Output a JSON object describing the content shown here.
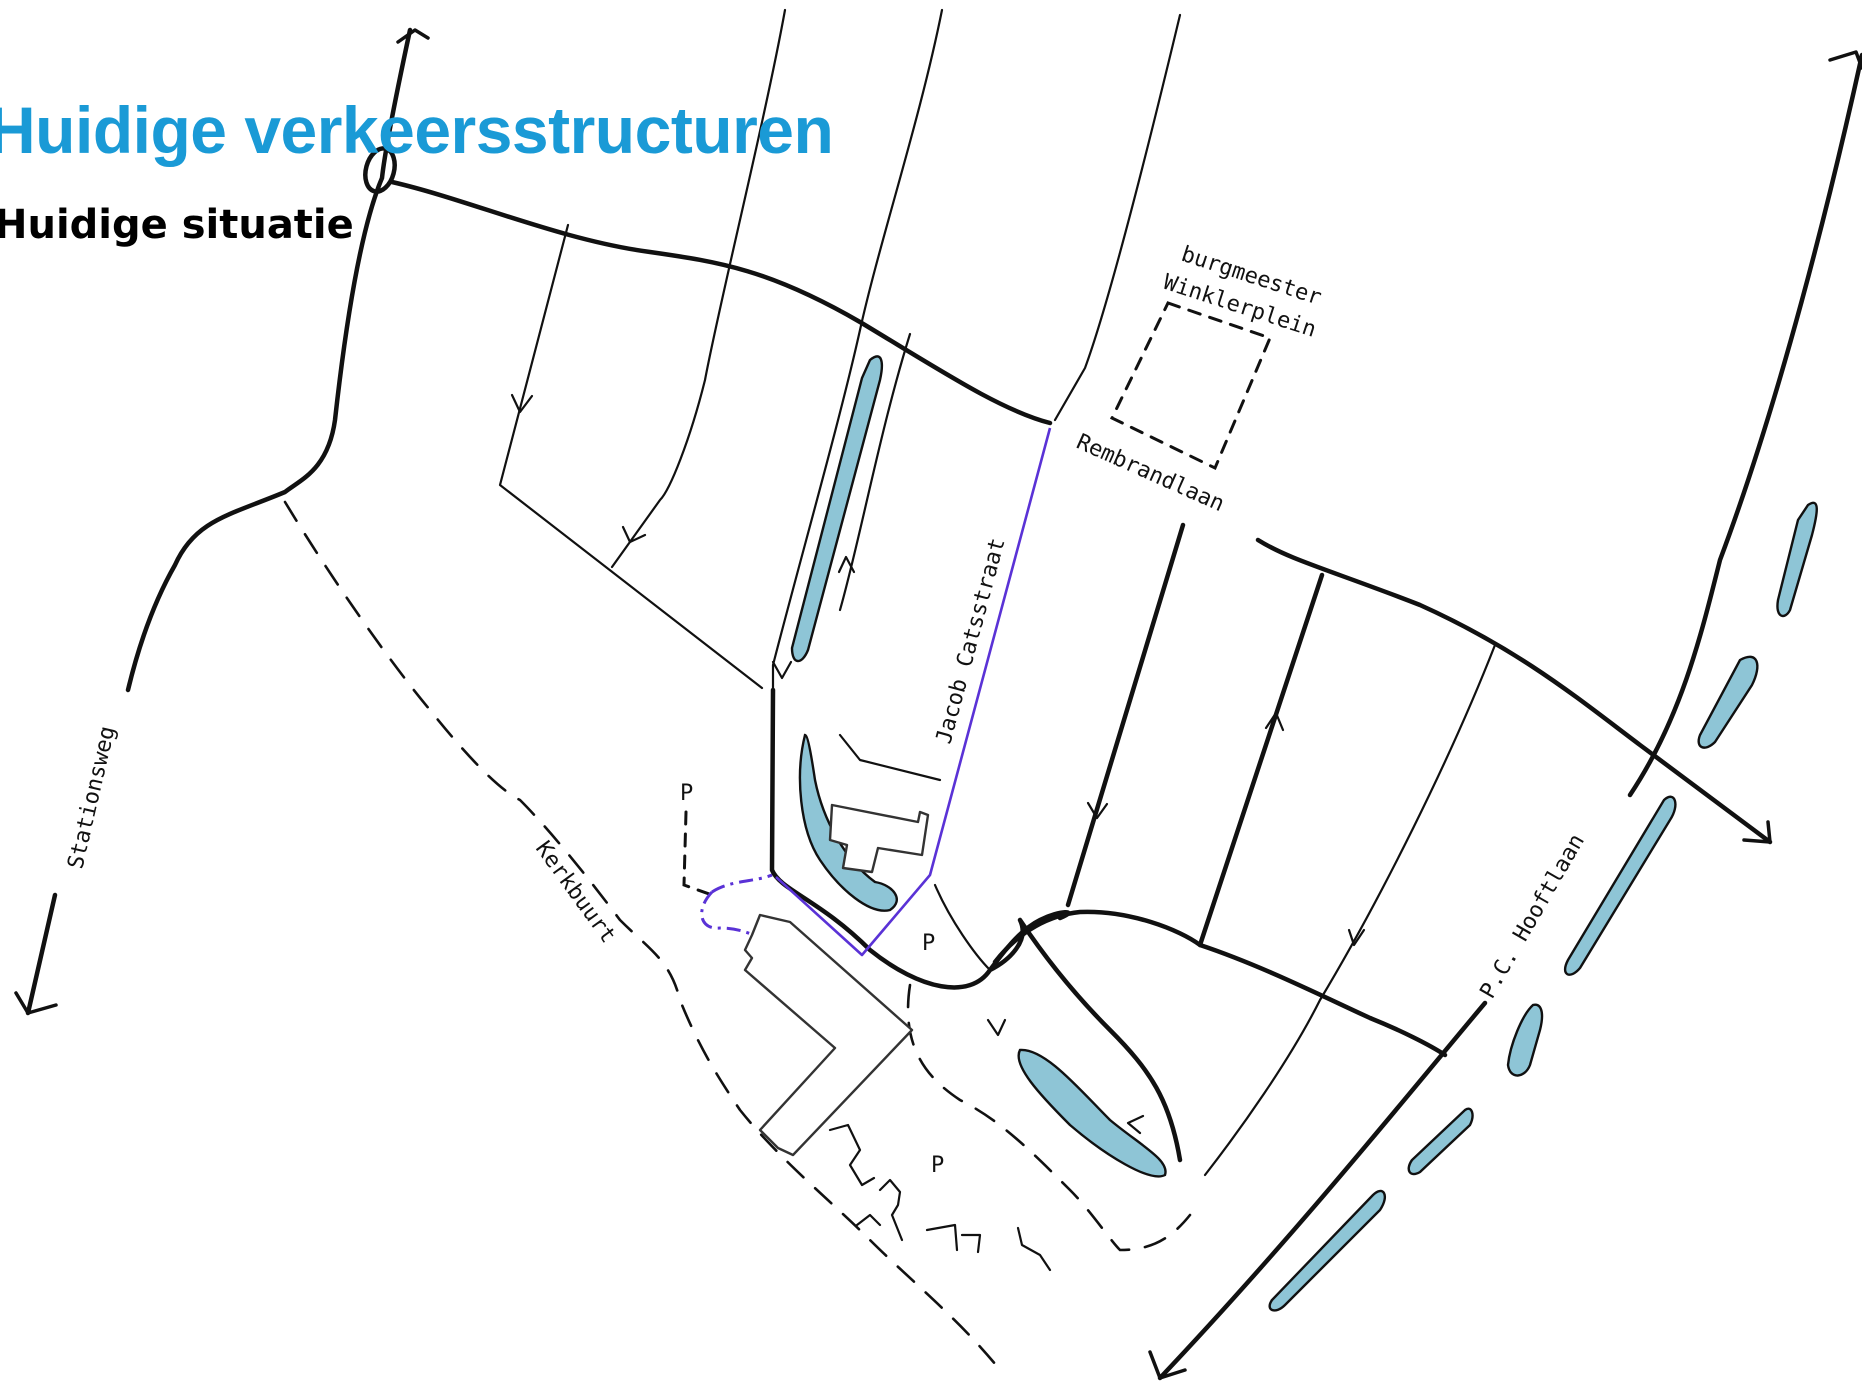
{
  "page": {
    "title": "Huidige verkeersstructuren",
    "subtitle": "Huidige situatie"
  },
  "map": {
    "streets": {
      "stationsweg": "Stationsweg",
      "kerkbuurt": "Kerkbuurt",
      "jacob_catsstraat": "Jacob Catsstraat",
      "rembrandlaan": "Rembrandlaan",
      "pc_hooftlaan": "P.C. Hooftlaan"
    },
    "plein_line1": "burgmeester",
    "plein_line2": "Winklerplein",
    "parking_labels": [
      "P",
      "P",
      "P"
    ],
    "colors": {
      "title": "#1a9ad6",
      "water": "#8ec5d6",
      "highlight_route": "#5a32d6",
      "lines": "#111111"
    }
  }
}
